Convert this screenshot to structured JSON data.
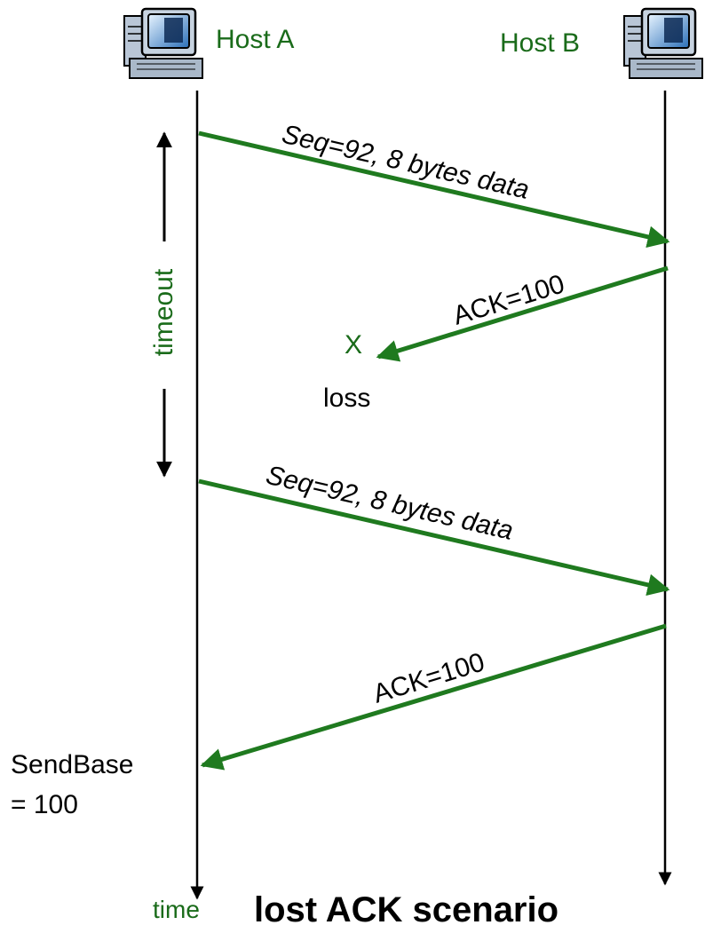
{
  "hosts": {
    "a_label": "Host A",
    "b_label": "Host B",
    "a_icon": "computer-icon",
    "b_icon": "computer-icon"
  },
  "messages": {
    "seq1_label": "Seq=92, 8 bytes data",
    "ack1_label": "ACK=100",
    "seq2_label": "Seq=92, 8 bytes data",
    "ack2_label": "ACK=100"
  },
  "loss": {
    "marker": "X",
    "label": "loss"
  },
  "timeout": {
    "label": "timeout"
  },
  "sendbase": {
    "line1": "SendBase",
    "line2": "= 100"
  },
  "time_label": "time",
  "caption": "lost ACK scenario",
  "colors": {
    "arrow": "#1f7a1f",
    "label_green": "#1a6b1a",
    "timeline": "#000000"
  }
}
